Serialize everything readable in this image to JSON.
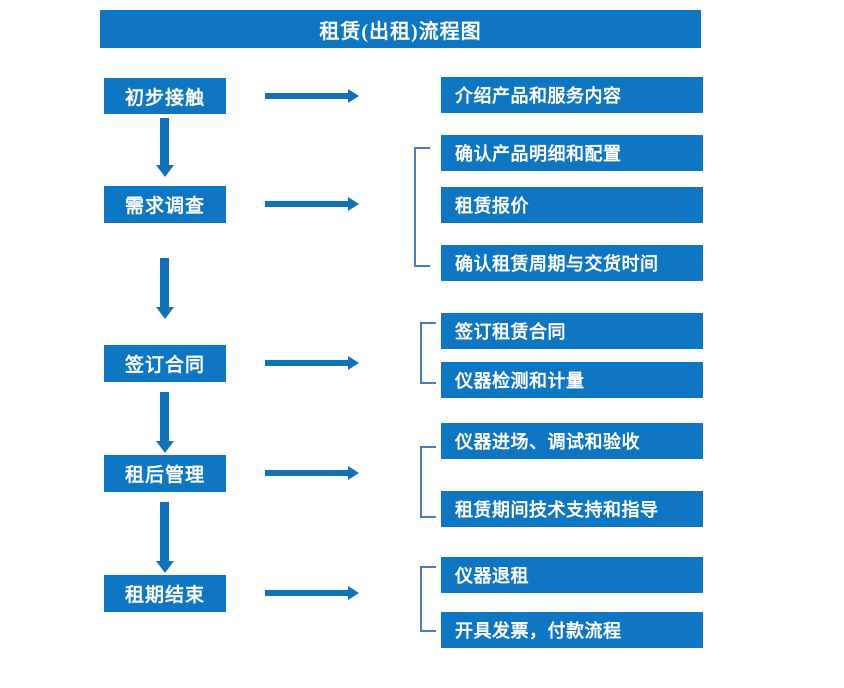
{
  "chart_title": "租赁(出租)流程图",
  "colors": {
    "box_fill": "#0f76c3",
    "box_text": "#ffffff",
    "arrow": "#1272b8",
    "bracket": "#4a7fb5",
    "background": "#ffffff"
  },
  "stages": [
    {
      "id": "stage-1",
      "label": "初步接触"
    },
    {
      "id": "stage-2",
      "label": "需求调查"
    },
    {
      "id": "stage-3",
      "label": "签订合同"
    },
    {
      "id": "stage-4",
      "label": "租后管理"
    },
    {
      "id": "stage-5",
      "label": "租期结束"
    }
  ],
  "details": {
    "group_1": [
      {
        "label": "介绍产品和服务内容"
      }
    ],
    "group_2": [
      {
        "label": "确认产品明细和配置"
      },
      {
        "label": "租赁报价"
      },
      {
        "label": "确认租赁周期与交货时间"
      }
    ],
    "group_3": [
      {
        "label": "签订租赁合同"
      },
      {
        "label": "仪器检测和计量"
      }
    ],
    "group_4": [
      {
        "label": "仪器进场、调试和验收"
      },
      {
        "label": "租赁期间技术支持和指导"
      }
    ],
    "group_5": [
      {
        "label": "仪器退租"
      },
      {
        "label": "开具发票，付款流程"
      }
    ]
  }
}
